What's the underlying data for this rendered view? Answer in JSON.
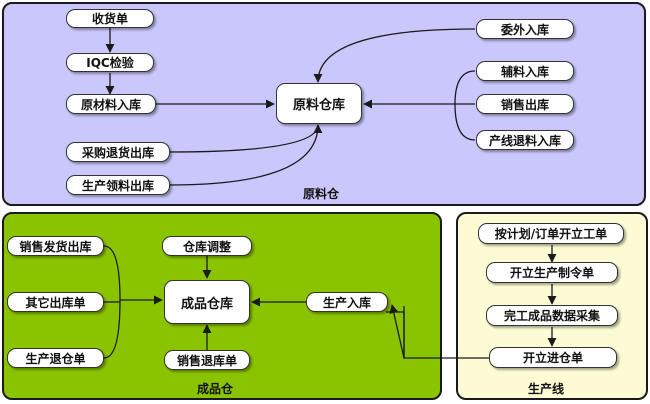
{
  "raw_warehouse": {
    "label": "原料仓",
    "hub": "原料仓库",
    "left_chain": [
      "收货单",
      "IQC检验",
      "原材料入库"
    ],
    "left_returns": [
      "采购退货出库",
      "生产领料出库"
    ],
    "right_top": "委外入库",
    "right_group": [
      "辅料入库",
      "销售出库",
      "产线退料入库"
    ]
  },
  "finished_warehouse": {
    "label": "成品仓",
    "hub": "成品仓库",
    "left_items": [
      "销售发货出库",
      "其它出库单",
      "生产退仓单"
    ],
    "top_item": "仓库调整",
    "bottom_item": "销售退库单",
    "right_item": "生产入库"
  },
  "production_line": {
    "label": "生产线",
    "steps": [
      "按计划/订单开立工单",
      "开立生产制令单",
      "完工成品数据采集",
      "开立进仓单"
    ]
  },
  "colors": {
    "raw_panel": "#c9c7fb",
    "finished_panel": "#8ac400",
    "line_panel": "#fcfbd3"
  }
}
